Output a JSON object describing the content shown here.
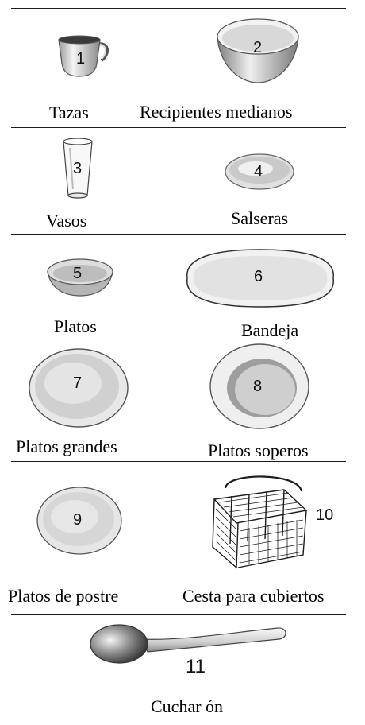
{
  "items": [
    {
      "number": "1",
      "label": "Tazas"
    },
    {
      "number": "2",
      "label": "Recipientes medianos"
    },
    {
      "number": "3",
      "label": "Vasos"
    },
    {
      "number": "4",
      "label": "Salseras"
    },
    {
      "number": "5",
      "label": "Platos"
    },
    {
      "number": "6",
      "label": "Bandeja"
    },
    {
      "number": "7",
      "label": "Platos grandes"
    },
    {
      "number": "8",
      "label": "Platos soperos"
    },
    {
      "number": "9",
      "label": "Platos de postre"
    },
    {
      "number": "10",
      "label": "Cesta para cubiertos"
    },
    {
      "number": "11",
      "label": "Cuchar ón"
    }
  ]
}
